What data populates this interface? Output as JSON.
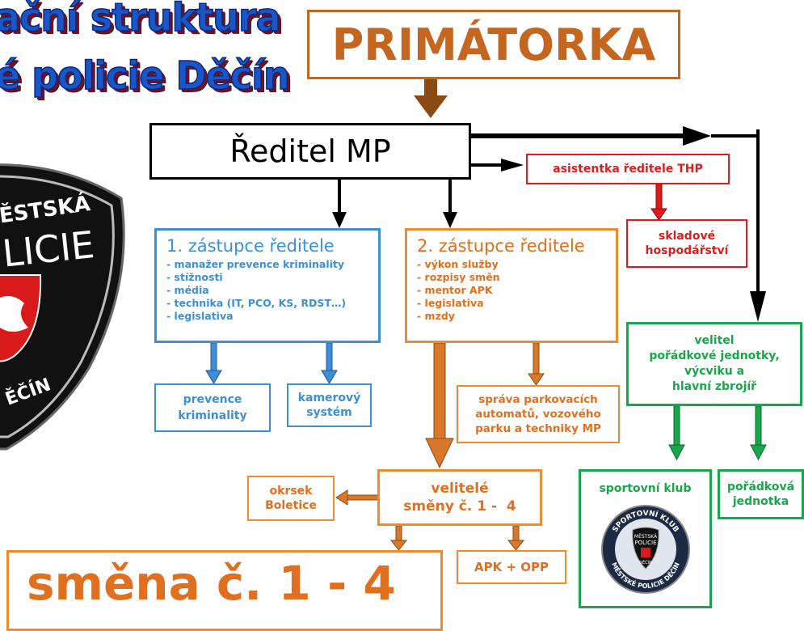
{
  "title": {
    "line1": "ační struktura",
    "line2": "é policie Děčín"
  },
  "badge": {
    "text_line1": "ĚSTSKÁ",
    "text_line2": "LICIE",
    "text_line3": "ĚČÍN"
  },
  "nodes": {
    "primatorka": "PRIMÁTORKA",
    "reditel": "Ředitel MP",
    "asistentka": "asistentka ředitele THP",
    "skladove": [
      "skladové",
      "hospodářství"
    ],
    "zastupce1": {
      "title": "1. zástupce ředitele",
      "items": [
        "- manažer prevence kriminality",
        "- stížnosti",
        "- média",
        "- technika (IT, PCO, KS, RDST…)",
        "- legislativa"
      ]
    },
    "zastupce2": {
      "title": "2. zástupce ředitele",
      "items": [
        "- výkon služby",
        "- rozpisy směn",
        "- mentor APK",
        "- legislativa",
        "- mzdy"
      ]
    },
    "velitel_poradkove": [
      "velitel",
      "pořádkové jednotky,",
      "výcviku a",
      "hlavní zbrojíř"
    ],
    "prevence": [
      "prevence",
      "kriminality"
    ],
    "kamerovy": [
      "kamerový",
      "systém"
    ],
    "sprava": [
      "správa parkovacích",
      "automatů, vozového",
      "parku a techniky MP"
    ],
    "velitele_smeny": [
      "velitelé",
      "směny č. 1 -  4"
    ],
    "okrsek": [
      "okrsek",
      "Boletice"
    ],
    "smena": "směna č. 1 - 4",
    "apk": "APK + OPP",
    "sportovni_klub": "sportovní klub",
    "poradkova_jednotka": [
      "pořádková",
      "jednotka"
    ],
    "club_logo": {
      "ring_text_top": "SPORTOVNÍ KLUB",
      "ring_text_bottom": "MĚSTSKÉ POLICIE DĚČÍN",
      "inner_text_top": "MĚSTSKÁ",
      "inner_text_mid": "POLICIE",
      "inner_text_bottom": "DĚČÍN"
    }
  },
  "colors": {
    "brown": "#c4661f",
    "red": "#e01b1b",
    "blue": "#3d8fd6",
    "green": "#1aa64a",
    "orange": "#ef8a2e",
    "title_blue": "#1a56c8"
  }
}
